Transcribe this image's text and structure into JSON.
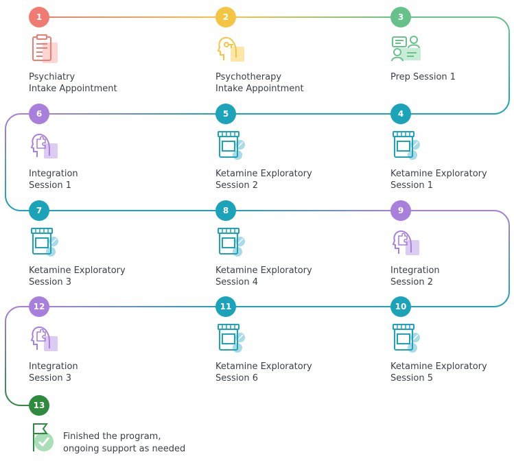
{
  "colors": {
    "coral": "#ef7b72",
    "yellow": "#f4c542",
    "green": "#66c28a",
    "teal": "#1aa3b9",
    "purple": "#a87fdb",
    "dark_green": "#2e8b3e"
  },
  "steps": [
    {
      "number": "1",
      "line1": "Psychiatry",
      "line2": "Intake Appointment",
      "color": "#ef7b72",
      "icon": "clipboard-document-icon"
    },
    {
      "number": "2",
      "line1": "Psychotherapy",
      "line2": "Intake Appointment",
      "color": "#f4c542",
      "icon": "head-brain-icon"
    },
    {
      "number": "3",
      "line1": "Prep Session 1",
      "line2": "",
      "color": "#66c28a",
      "icon": "people-cards-icon"
    },
    {
      "number": "4",
      "line1": "Ketamine Exploratory",
      "line2": "Session 1",
      "color": "#1aa3b9",
      "icon": "medicine-jar-icon"
    },
    {
      "number": "5",
      "line1": "Ketamine Exploratory",
      "line2": "Session 2",
      "color": "#1aa3b9",
      "icon": "medicine-jar-icon"
    },
    {
      "number": "6",
      "line1": "Integration",
      "line2": "Session 1",
      "color": "#a87fdb",
      "icon": "head-puzzle-icon"
    },
    {
      "number": "7",
      "line1": "Ketamine Exploratory",
      "line2": "Session 3",
      "color": "#1aa3b9",
      "icon": "medicine-jar-icon"
    },
    {
      "number": "8",
      "line1": "Ketamine Exploratory",
      "line2": "Session 4",
      "color": "#1aa3b9",
      "icon": "medicine-jar-icon"
    },
    {
      "number": "9",
      "line1": "Integration",
      "line2": "Session 2",
      "color": "#a87fdb",
      "icon": "head-puzzle-icon"
    },
    {
      "number": "10",
      "line1": "Ketamine Exploratory",
      "line2": "Session 5",
      "color": "#1aa3b9",
      "icon": "medicine-jar-icon"
    },
    {
      "number": "11",
      "line1": "Ketamine Exploratory",
      "line2": "Session 6",
      "color": "#1aa3b9",
      "icon": "medicine-jar-icon"
    },
    {
      "number": "12",
      "line1": "Integration",
      "line2": "Session 3",
      "color": "#a87fdb",
      "icon": "head-puzzle-icon"
    }
  ],
  "final": {
    "number": "13",
    "line1": "Finished the program,",
    "line2": "ongoing support as needed",
    "color": "#2e8b3e",
    "icon": "flag-check-icon"
  }
}
